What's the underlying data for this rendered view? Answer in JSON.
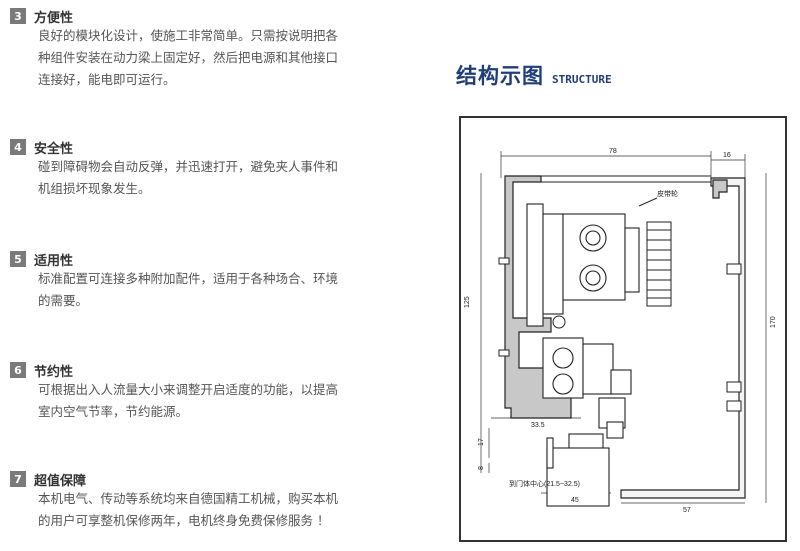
{
  "features": [
    {
      "num": "3",
      "title": "方便性",
      "lines": [
        "良好的模块化设计，使施工非常简单。只需按说明把各",
        "种组件安装在动力梁上固定好，然后把电源和其他接口",
        "连接好，能电即可运行。"
      ]
    },
    {
      "num": "4",
      "title": "安全性",
      "lines": [
        "碰到障碍物会自动反弹，并迅速打开，避免夹人事件和",
        "机组损坏现象发生。"
      ]
    },
    {
      "num": "5",
      "title": "适用性",
      "lines": [
        "标准配置可连接多种附加配件，适用于各种场合、环境",
        "的需要。"
      ]
    },
    {
      "num": "6",
      "title": "节约性",
      "lines": [
        "可根据出入人流量大小来调整开启适度的功能，以提高",
        "室内空气节率，节约能源。"
      ]
    },
    {
      "num": "7",
      "title": "超值保障",
      "lines": [
        "本机电气、传动等系统均来自德国精工机械，购买本机",
        "的用户可享整机保修两年，电机终身免费保修服务 ！"
      ]
    }
  ],
  "diagram": {
    "title": "结构示图",
    "subtitle": "STRUCTURE",
    "labels": {
      "dim_78": "78",
      "dim_16": "16",
      "belt_wheel": "皮带轮",
      "dim_125": "125",
      "dim_170": "170",
      "dim_33_5": "33.5",
      "dim_17": "17",
      "dim_8": "8",
      "door_center": "到门体中心(21.5~32.5)",
      "dim_45": "45",
      "dim_57": "57"
    }
  },
  "colors": {
    "badge": "#7a7a7a",
    "title_blue": "#1f3e78",
    "profile_fill": "#c8c8c8"
  }
}
